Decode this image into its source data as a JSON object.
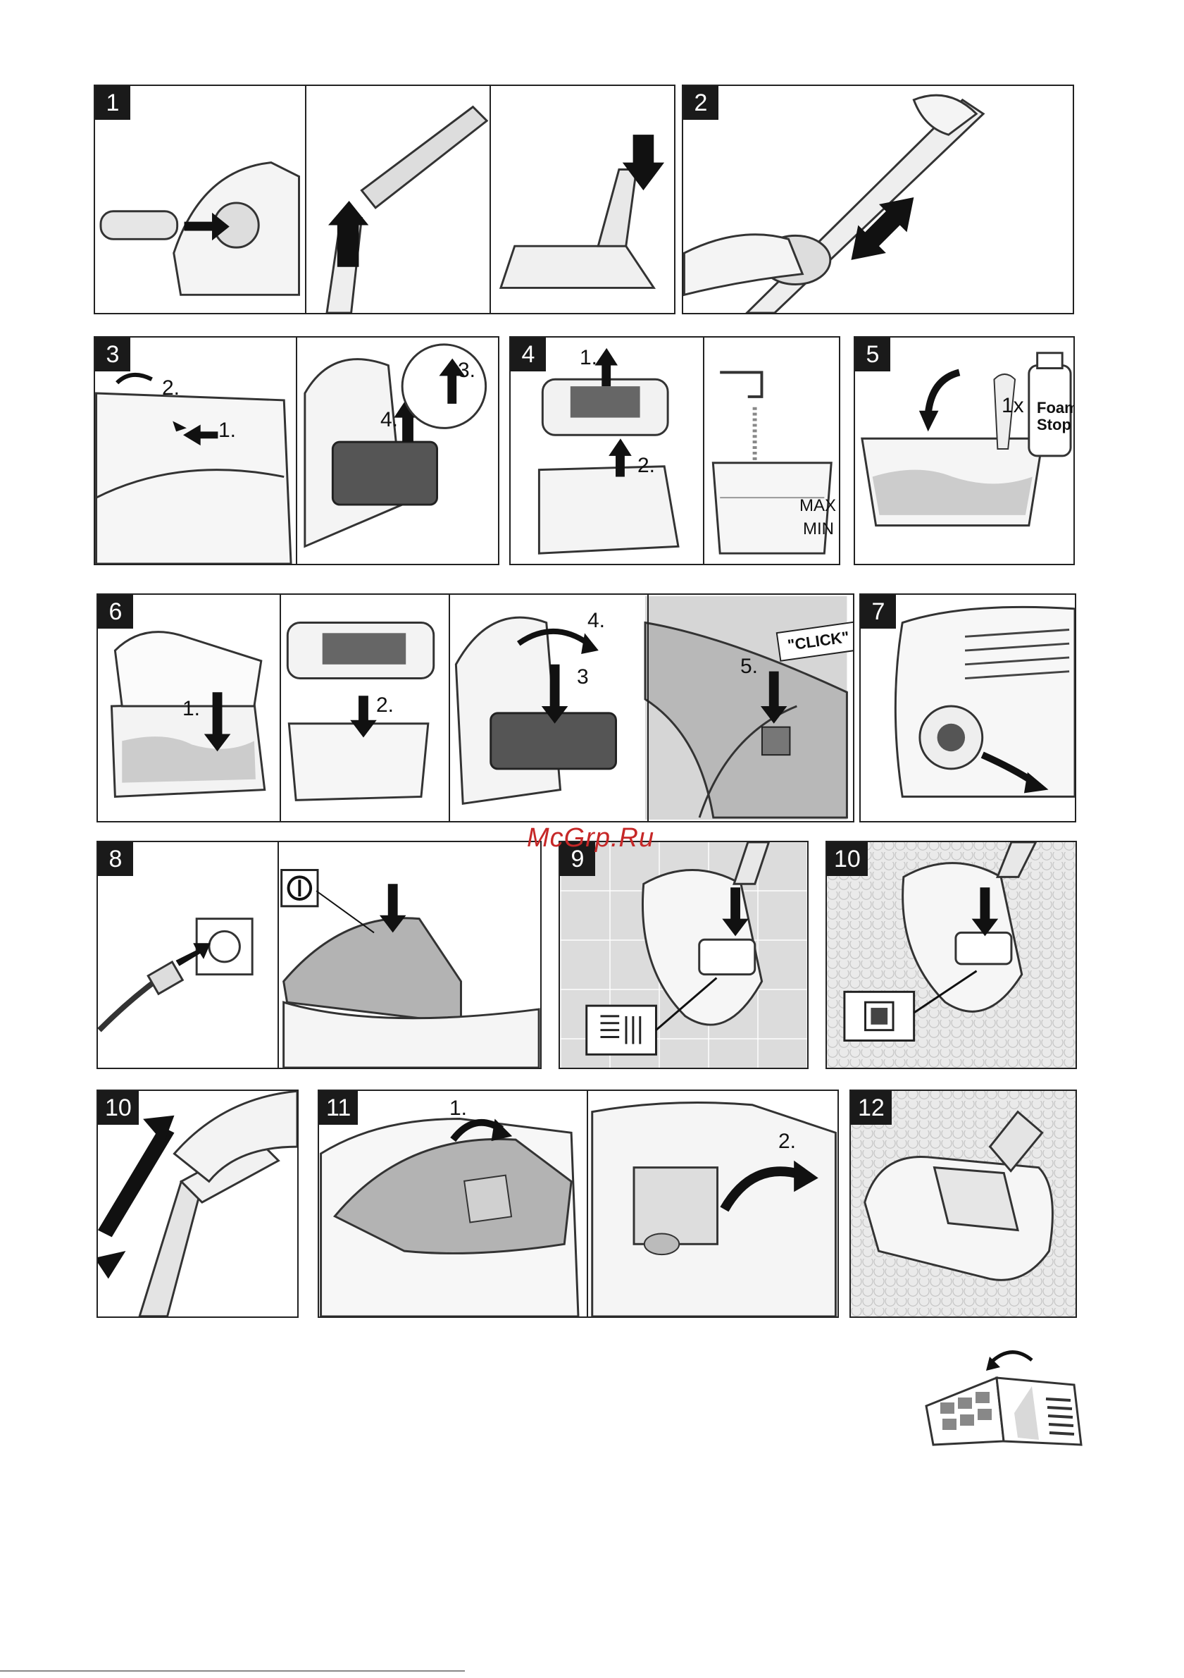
{
  "watermark": "McGrp.Ru",
  "steps": {
    "s1": "1",
    "s2": "2",
    "s3": "3",
    "s4": "4",
    "s5": "5",
    "s6": "6",
    "s7": "7",
    "s8": "8",
    "s9": "9",
    "s10a": "10",
    "s10b": "10",
    "s11": "11",
    "s12": "12"
  },
  "labels": {
    "p3": [
      "2.",
      "1.",
      "3.",
      "4."
    ],
    "p4": [
      "1.",
      "2.",
      "MAX",
      "MIN"
    ],
    "p5": {
      "qty": "1x",
      "bottle": "Foam Stop"
    },
    "p6": [
      "1.",
      "2.",
      "4.",
      "3",
      "5."
    ],
    "p6_click": "\"CLICK\"",
    "p11": [
      "1.",
      "2."
    ]
  }
}
